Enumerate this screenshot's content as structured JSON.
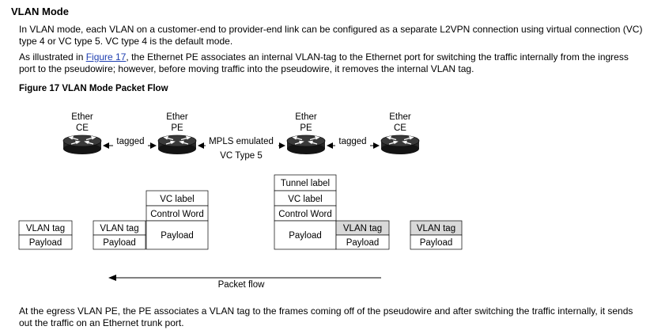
{
  "heading": "VLAN Mode",
  "para1": "In VLAN mode, each VLAN on a customer-end to provider-end link can be configured as a separate L2VPN connection using virtual connection (VC) type 4 or VC type 5. VC type 4 is the default mode.",
  "para2": {
    "before": "As illustrated in ",
    "link": "Figure 17",
    "after": ", the Ethernet PE associates an internal VLAN-tag to the Ethernet port for switching the traffic internally from the ingress port to the pseudowire; however, before moving traffic into the pseudowire, it removes the internal VLAN tag."
  },
  "figure_title": "Figure 17 VLAN Mode Packet Flow",
  "diagram": {
    "routers": [
      {
        "line1": "Ether",
        "line2": "CE"
      },
      {
        "line1": "Ether",
        "line2": "PE"
      },
      {
        "line1": "Ether",
        "line2": "PE"
      },
      {
        "line1": "Ether",
        "line2": "CE"
      }
    ],
    "link_labels": {
      "left": "tagged",
      "middle_line1": "MPLS emulated",
      "middle_line2": "VC Type 5",
      "right": "tagged"
    },
    "packets": {
      "vlan_tag": "VLAN tag",
      "payload": "Payload",
      "vc_label": "VC label",
      "control_word": "Control Word",
      "tunnel_label": "Tunnel label"
    },
    "packet_flow": "Packet flow"
  },
  "para3": "At the egress VLAN PE, the PE associates a VLAN tag to the frames coming off of the pseudowire and after switching the traffic internally, it sends out the traffic on an Ethernet trunk port.",
  "colors": {
    "link": "#1f3fb0",
    "router": "#1a1a1a",
    "shaded_cell": "#d9d9d9"
  }
}
